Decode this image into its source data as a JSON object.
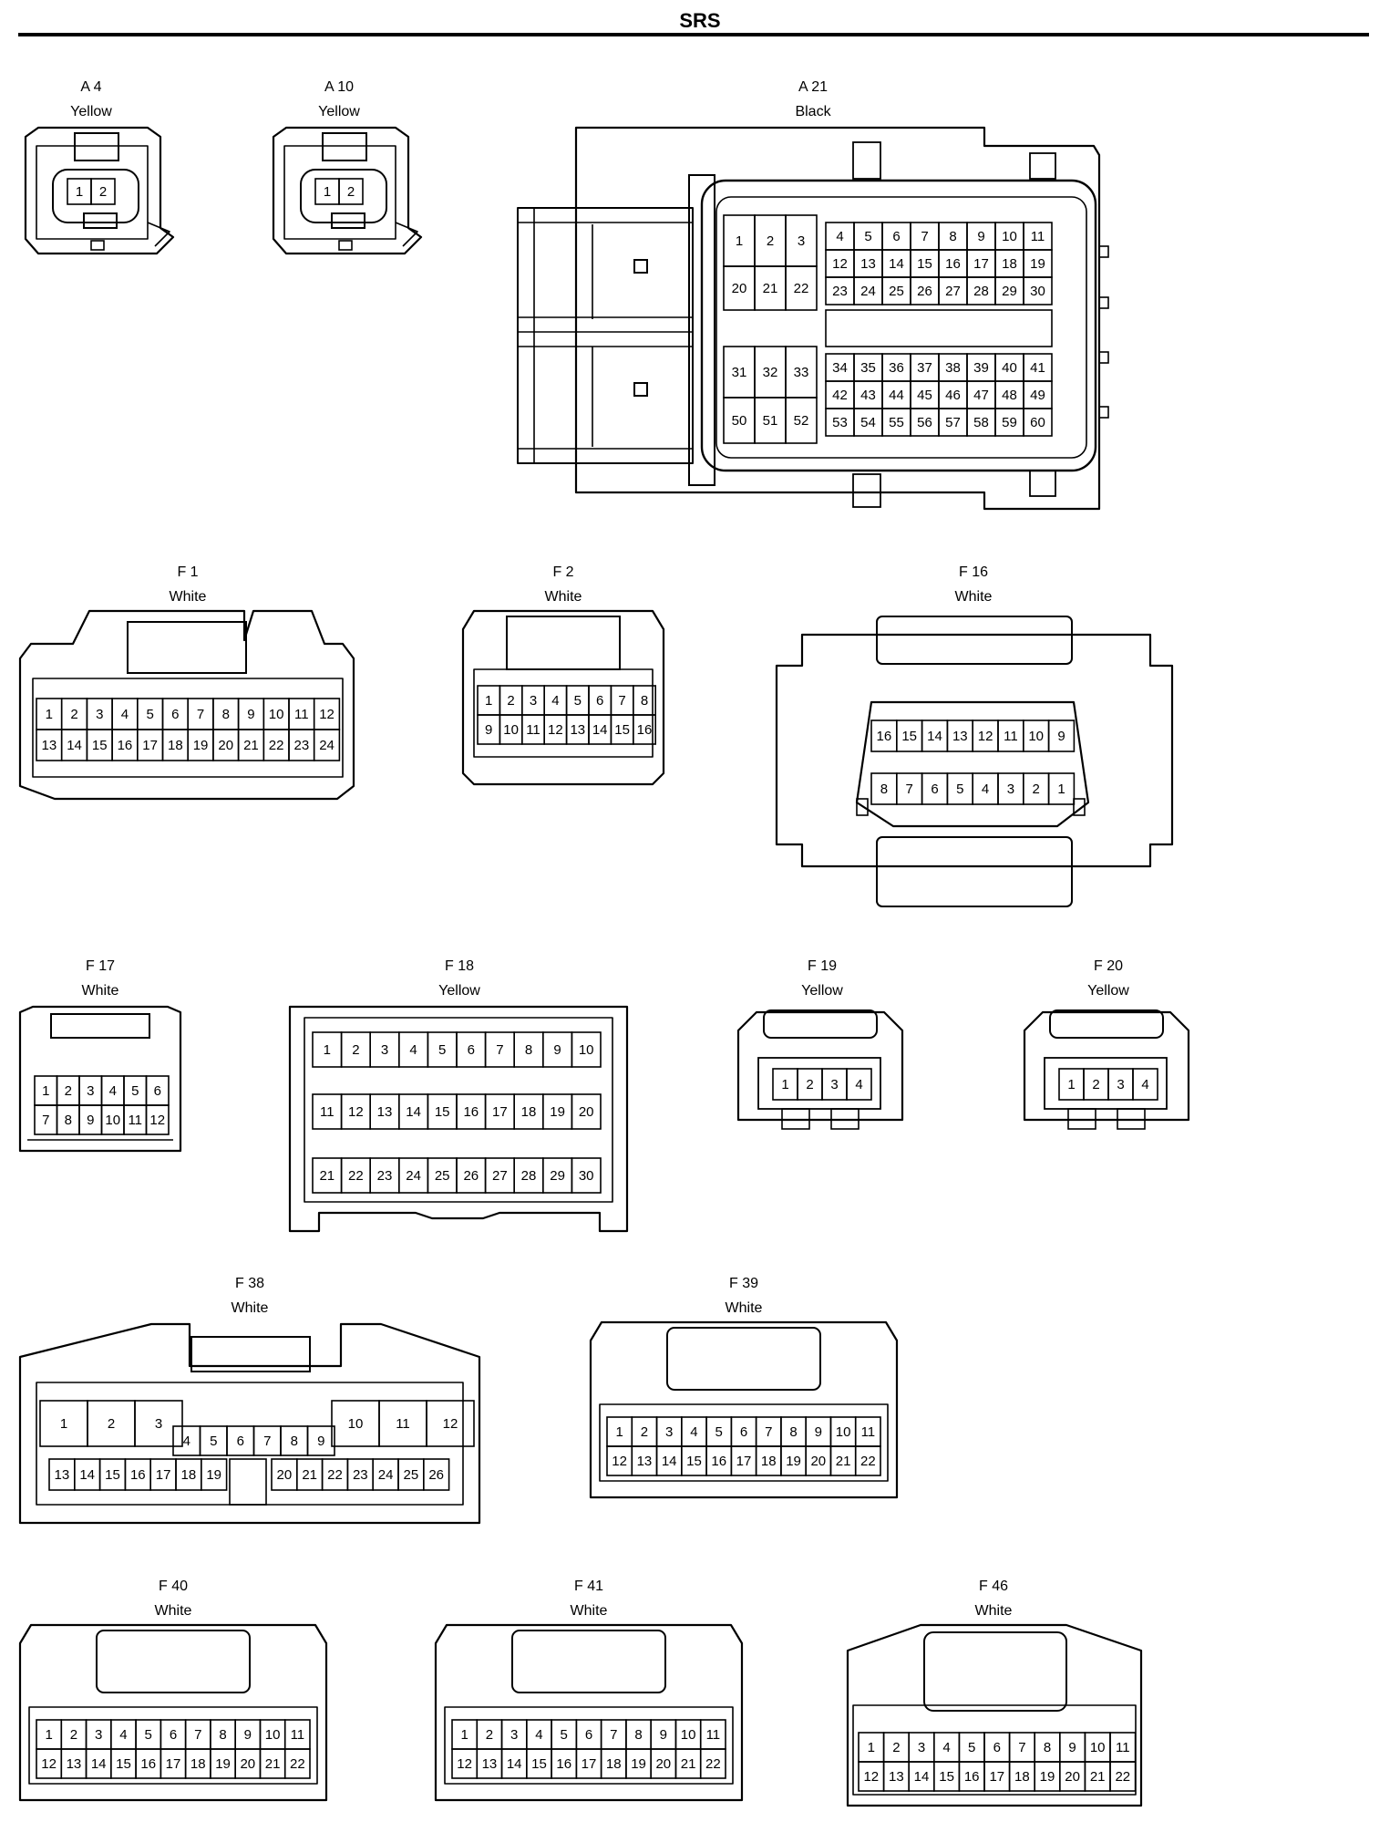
{
  "page": {
    "title": "SRS"
  },
  "connectors": [
    {
      "id": "A 4",
      "color": "Yellow",
      "pins": [
        [
          "1",
          "2"
        ]
      ]
    },
    {
      "id": "A 10",
      "color": "Yellow",
      "pins": [
        [
          "1",
          "2"
        ]
      ]
    },
    {
      "id": "A 21",
      "color": "Black",
      "pins": [
        [
          "1",
          "2",
          "3"
        ],
        [
          "20",
          "21",
          "22"
        ],
        [
          "4",
          "5",
          "6",
          "7",
          "8",
          "9",
          "10",
          "11"
        ],
        [
          "12",
          "13",
          "14",
          "15",
          "16",
          "17",
          "18",
          "19"
        ],
        [
          "23",
          "24",
          "25",
          "26",
          "27",
          "28",
          "29",
          "30"
        ],
        [
          "31",
          "32",
          "33"
        ],
        [
          "50",
          "51",
          "52"
        ],
        [
          "34",
          "35",
          "36",
          "37",
          "38",
          "39",
          "40",
          "41"
        ],
        [
          "42",
          "43",
          "44",
          "45",
          "46",
          "47",
          "48",
          "49"
        ],
        [
          "53",
          "54",
          "55",
          "56",
          "57",
          "58",
          "59",
          "60"
        ]
      ]
    },
    {
      "id": "F 1",
      "color": "White",
      "pins": [
        [
          "1",
          "2",
          "3",
          "4",
          "5",
          "6",
          "7",
          "8",
          "9",
          "10",
          "11",
          "12"
        ],
        [
          "13",
          "14",
          "15",
          "16",
          "17",
          "18",
          "19",
          "20",
          "21",
          "22",
          "23",
          "24"
        ]
      ]
    },
    {
      "id": "F 2",
      "color": "White",
      "pins": [
        [
          "1",
          "2",
          "3",
          "4",
          "5",
          "6",
          "7",
          "8"
        ],
        [
          "9",
          "10",
          "11",
          "12",
          "13",
          "14",
          "15",
          "16"
        ]
      ]
    },
    {
      "id": "F 16",
      "color": "White",
      "pins": [
        [
          "16",
          "15",
          "14",
          "13",
          "12",
          "11",
          "10",
          "9"
        ],
        [
          "8",
          "7",
          "6",
          "5",
          "4",
          "3",
          "2",
          "1"
        ]
      ]
    },
    {
      "id": "F 17",
      "color": "White",
      "pins": [
        [
          "1",
          "2",
          "3",
          "4",
          "5",
          "6"
        ],
        [
          "7",
          "8",
          "9",
          "10",
          "11",
          "12"
        ]
      ]
    },
    {
      "id": "F 18",
      "color": "Yellow",
      "pins": [
        [
          "1",
          "2",
          "3",
          "4",
          "5",
          "6",
          "7",
          "8",
          "9",
          "10"
        ],
        [
          "11",
          "12",
          "13",
          "14",
          "15",
          "16",
          "17",
          "18",
          "19",
          "20"
        ],
        [
          "21",
          "22",
          "23",
          "24",
          "25",
          "26",
          "27",
          "28",
          "29",
          "30"
        ]
      ]
    },
    {
      "id": "F 19",
      "color": "Yellow",
      "pins": [
        [
          "1",
          "2",
          "3",
          "4"
        ]
      ]
    },
    {
      "id": "F 20",
      "color": "Yellow",
      "pins": [
        [
          "1",
          "2",
          "3",
          "4"
        ]
      ]
    },
    {
      "id": "F 38",
      "color": "White",
      "pins": [
        [
          "1",
          "2",
          "3"
        ],
        [
          "10",
          "11",
          "12"
        ],
        [
          "4",
          "5",
          "6",
          "7",
          "8",
          "9"
        ],
        [
          "13",
          "14",
          "15",
          "16",
          "17",
          "18",
          "19"
        ],
        [
          "20",
          "21",
          "22",
          "23",
          "24",
          "25",
          "26"
        ]
      ]
    },
    {
      "id": "F 39",
      "color": "White",
      "pins": [
        [
          "1",
          "2",
          "3",
          "4",
          "5",
          "6",
          "7",
          "8",
          "9",
          "10",
          "11"
        ],
        [
          "12",
          "13",
          "14",
          "15",
          "16",
          "17",
          "18",
          "19",
          "20",
          "21",
          "22"
        ]
      ]
    },
    {
      "id": "F 40",
      "color": "White",
      "pins": [
        [
          "1",
          "2",
          "3",
          "4",
          "5",
          "6",
          "7",
          "8",
          "9",
          "10",
          "11"
        ],
        [
          "12",
          "13",
          "14",
          "15",
          "16",
          "17",
          "18",
          "19",
          "20",
          "21",
          "22"
        ]
      ]
    },
    {
      "id": "F 41",
      "color": "White",
      "pins": [
        [
          "1",
          "2",
          "3",
          "4",
          "5",
          "6",
          "7",
          "8",
          "9",
          "10",
          "11"
        ],
        [
          "12",
          "13",
          "14",
          "15",
          "16",
          "17",
          "18",
          "19",
          "20",
          "21",
          "22"
        ]
      ]
    },
    {
      "id": "F 46",
      "color": "White",
      "pins": [
        [
          "1",
          "2",
          "3",
          "4",
          "5",
          "6",
          "7",
          "8",
          "9",
          "10",
          "11"
        ],
        [
          "12",
          "13",
          "14",
          "15",
          "16",
          "17",
          "18",
          "19",
          "20",
          "21",
          "22"
        ]
      ]
    }
  ]
}
